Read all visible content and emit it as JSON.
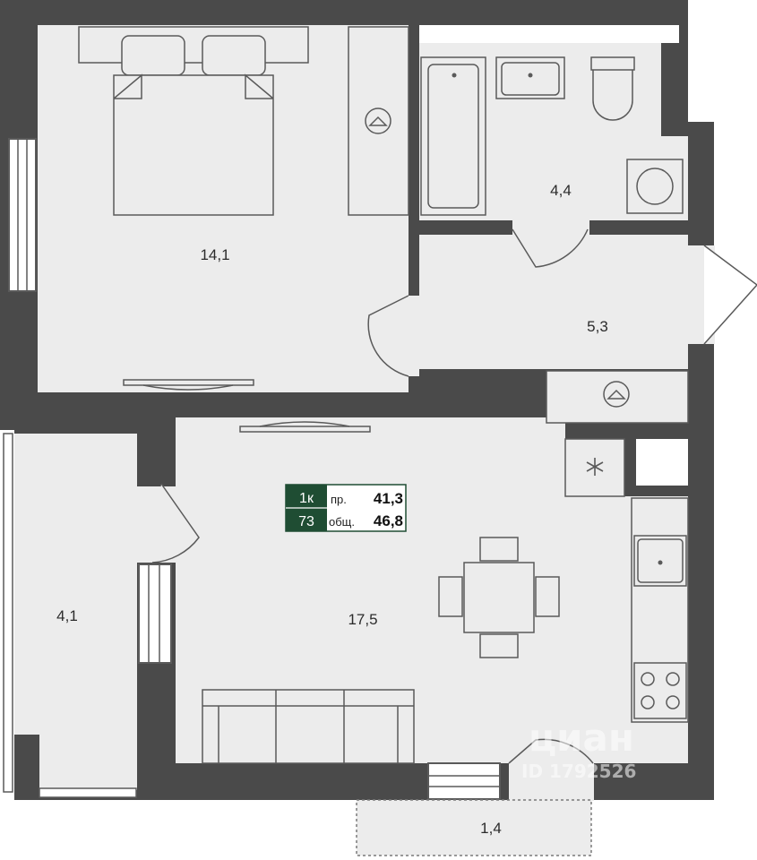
{
  "colors": {
    "wall": "#4a4a4a",
    "floor": "#ececec",
    "badge": "#1f4d33",
    "furniture_stroke": "#5a5a5a"
  },
  "rooms": {
    "bedroom": "14,1",
    "bathroom": "4,4",
    "hall": "5,3",
    "living": "17,5",
    "loggia_left": "4,1",
    "balcony_bottom": "1,4"
  },
  "badge": {
    "rooms": "1к",
    "number": "73",
    "living_label": "пр.",
    "living_value": "41,3",
    "total_label": "общ.",
    "total_value": "46,8"
  },
  "watermark": {
    "brand": "циан",
    "id": "ID 1792526"
  },
  "icons": [
    "hanger-icon",
    "hanger-icon",
    "ventilation-icon",
    "sink-icon",
    "stove-icon",
    "toilet-icon",
    "bathtub-icon",
    "washing-machine-icon"
  ]
}
